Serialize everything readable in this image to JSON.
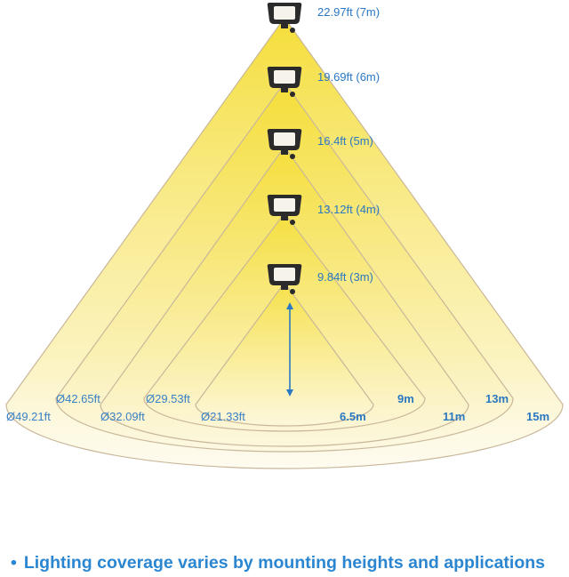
{
  "heights": [
    {
      "label": "22.97ft (7m)"
    },
    {
      "label": "19.69ft (6m)"
    },
    {
      "label": "16.4ft (5m)"
    },
    {
      "label": "13.12ft (4m)"
    },
    {
      "label": "9.84ft (3m)"
    }
  ],
  "diameters": [
    "Ø49.21ft",
    "Ø42.65ft",
    "Ø32.09ft",
    "Ø29.53ft",
    "Ø21.33ft"
  ],
  "radii": [
    "15m",
    "13m",
    "11m",
    "9m",
    "6.5m"
  ],
  "caption": {
    "bullet": "•",
    "text": "Lighting coverage varies by mounting heights and applications"
  },
  "colors": {
    "light": "#f4dc3c",
    "text": "#2a78c2",
    "fixture": "#2b2b2b",
    "outline": "#c9b79a"
  },
  "icons": {
    "fixture": "flood-light-icon",
    "arrow": "height-arrow-icon"
  }
}
